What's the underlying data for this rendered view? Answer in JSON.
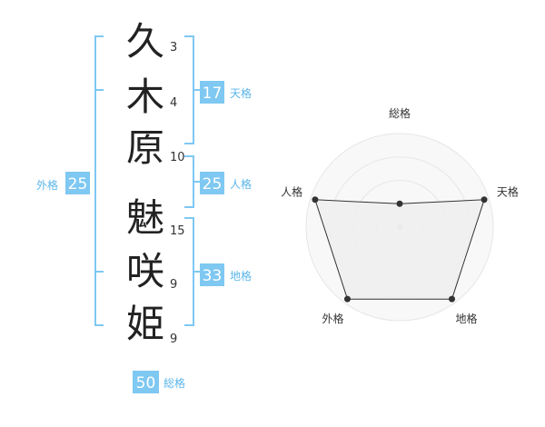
{
  "surname": [
    {
      "char": "久",
      "strokes": "3"
    },
    {
      "char": "木",
      "strokes": "4"
    },
    {
      "char": "原",
      "strokes": "10"
    }
  ],
  "given_name": [
    {
      "char": "魅",
      "strokes": "15"
    },
    {
      "char": "咲",
      "strokes": "9"
    },
    {
      "char": "姫",
      "strokes": "9"
    }
  ],
  "badges": {
    "tenkaku": {
      "value": "17",
      "label": "天格"
    },
    "jinkaku": {
      "value": "25",
      "label": "人格"
    },
    "chikaku": {
      "value": "33",
      "label": "地格"
    },
    "gaikaku": {
      "value": "25",
      "label": "外格"
    },
    "soukaku": {
      "value": "50",
      "label": "総格"
    }
  },
  "colors": {
    "accent": "#7ec8f2",
    "accent_text": "#5bb6ea",
    "kanji": "#222222",
    "radar_stroke": "#333333"
  },
  "chart_data": {
    "type": "radar",
    "axes": [
      "総格",
      "天格",
      "地格",
      "外格",
      "人格"
    ],
    "values": [
      0.25,
      0.95,
      0.95,
      0.95,
      0.95
    ],
    "max": 1,
    "rings": 4,
    "grid": true
  }
}
